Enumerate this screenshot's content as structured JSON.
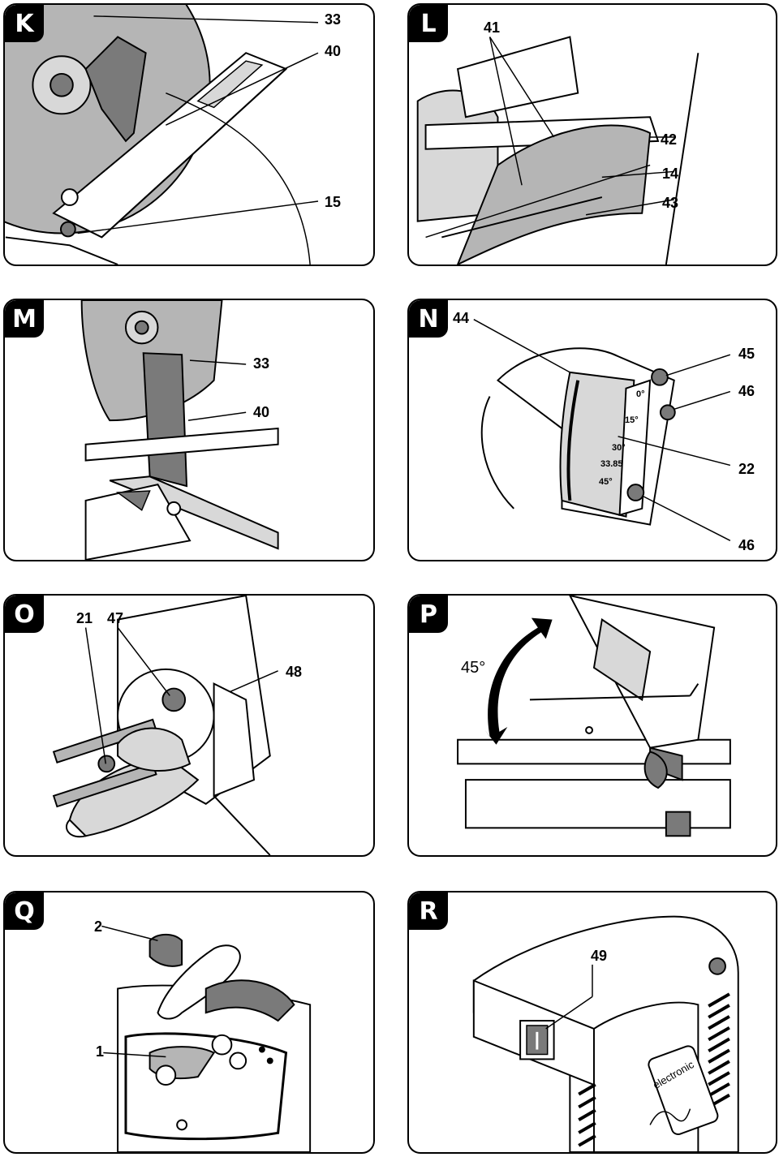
{
  "panels": {
    "K": {
      "tag": "K",
      "labels": {
        "c33": "33",
        "c40": "40",
        "c15": "15"
      }
    },
    "L": {
      "tag": "L",
      "labels": {
        "c41": "41",
        "c42": "42",
        "c14": "14",
        "c43": "43"
      }
    },
    "M": {
      "tag": "M",
      "labels": {
        "c33": "33",
        "c40": "40"
      }
    },
    "N": {
      "tag": "N",
      "labels": {
        "c44": "44",
        "c45": "45",
        "c46a": "46",
        "c22": "22",
        "c46b": "46"
      },
      "scale": [
        "0°",
        "15°",
        "30°",
        "33.85",
        "45°"
      ]
    },
    "O": {
      "tag": "O",
      "labels": {
        "c21": "21",
        "c47": "47",
        "c48": "48"
      }
    },
    "P": {
      "tag": "P",
      "labels": {
        "angle": "45°"
      }
    },
    "Q": {
      "tag": "Q",
      "labels": {
        "c2": "2",
        "c1": "1"
      }
    },
    "R": {
      "tag": "R",
      "labels": {
        "c49": "49",
        "brand": "electronic"
      }
    }
  },
  "colors": {
    "line": "#000000",
    "fill_dark": "#7a7a7a",
    "fill_mid": "#b5b5b5",
    "fill_light": "#d8d8d8"
  }
}
